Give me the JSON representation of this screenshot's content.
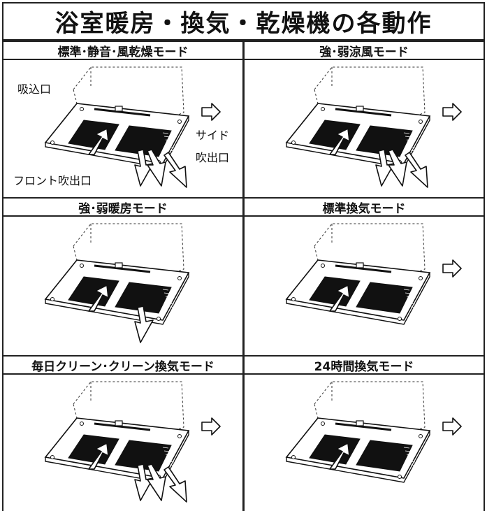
{
  "title": "浴室暖房・換気・乾燥機の各動作",
  "panels": [
    {
      "caption": "標準･静音･風乾燥モード",
      "intake": true,
      "front": 2,
      "side": true,
      "outlet": true
    },
    {
      "caption": "強･弱涼風モード",
      "intake": true,
      "front": 2,
      "side": true,
      "outlet": true
    },
    {
      "caption": "強･弱暖房モード",
      "intake": true,
      "front": 1,
      "side": false,
      "outlet": false
    },
    {
      "caption": "標準換気モード",
      "intake": true,
      "front": 0,
      "side": false,
      "outlet": true
    },
    {
      "caption": "毎日クリーン･クリーン換気モード",
      "intake": true,
      "front": 2,
      "side": true,
      "outlet": true
    },
    {
      "caption": "24時間換気モード",
      "intake": true,
      "front": 0,
      "side": false,
      "outlet": true
    }
  ],
  "labels": {
    "intake": "吸込口",
    "side_outlet_line1": "サイド",
    "side_outlet_line2": "吹出口",
    "front_outlet": "フロント吹出口"
  }
}
